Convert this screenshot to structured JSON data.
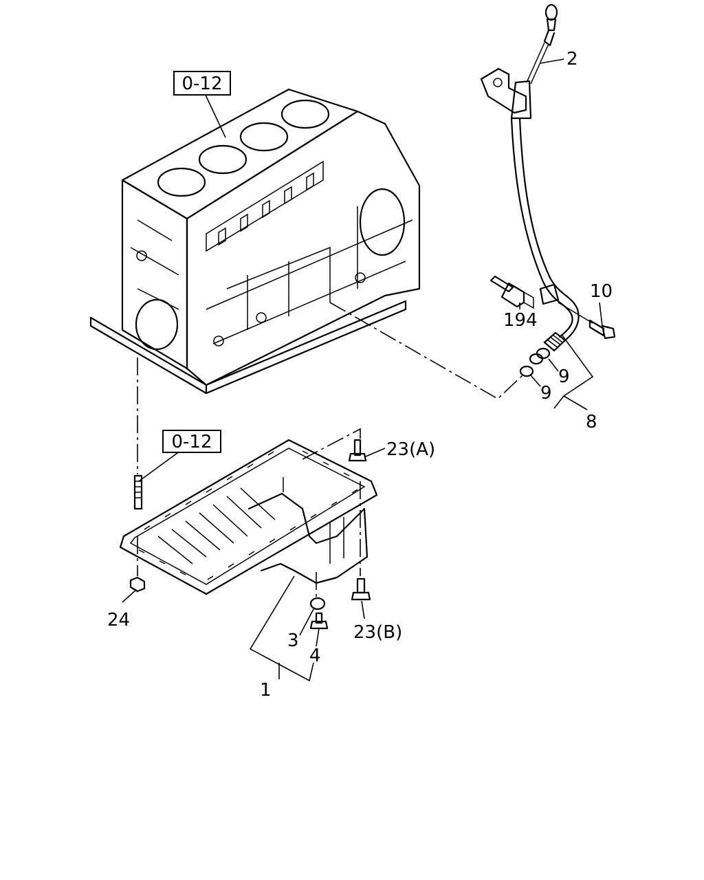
{
  "ref_boxes": {
    "top": "0-12",
    "middle": "0-12"
  },
  "callouts": {
    "c2": "2",
    "c10": "10",
    "c194": "194",
    "c9a": "9",
    "c9b": "9",
    "c8": "8",
    "c23a": "23(A)",
    "c23b": "23(B)",
    "c24": "24",
    "c3": "3",
    "c4": "4",
    "c1": "1"
  }
}
